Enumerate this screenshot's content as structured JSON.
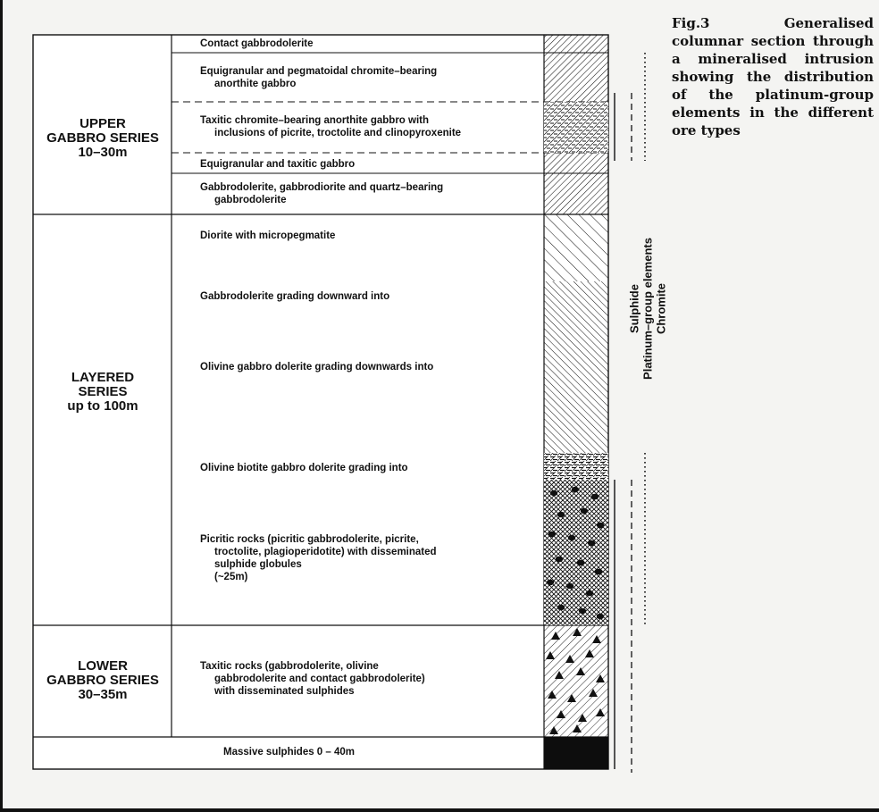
{
  "figure": {
    "caption": "Fig.3 Generalised columnar section through a mineralised intrusion showing the distribution of the platinum-group elements in the different ore types"
  },
  "series": [
    {
      "name_lines": [
        "UPPER",
        "GABBRO SERIES"
      ],
      "thickness": "10–30m"
    },
    {
      "name_lines": [
        "LAYERED",
        "SERIES"
      ],
      "thickness": "up to 100m"
    },
    {
      "name_lines": [
        "LOWER",
        "GABBRO SERIES"
      ],
      "thickness": "30–35m"
    }
  ],
  "rock_units": [
    {
      "lines": [
        "Contact gabbrodolerite"
      ],
      "pattern": "dense-diagonal"
    },
    {
      "lines": [
        "Equigranular and pegmatoidal chromite–bearing",
        "anorthite gabbro"
      ],
      "pattern": "dense-diagonal"
    },
    {
      "lines": [
        "Taxitic chromite–bearing anorthite gabbro with",
        "inclusions of picrite, troctolite and clinopyroxenite"
      ],
      "pattern": "dashed-diagonal"
    },
    {
      "lines": [
        "Equigranular and taxitic gabbro"
      ],
      "pattern": "dense-diagonal"
    },
    {
      "lines": [
        "Gabbrodolerite, gabbrodiorite and quartz–bearing",
        "gabbrodolerite"
      ],
      "pattern": "dense-diagonal"
    },
    {
      "lines": [
        "Diorite with micropegmatite"
      ],
      "pattern": "wide-diagonal"
    },
    {
      "lines": [
        "Gabbrodolerite grading downward into"
      ],
      "pattern": "medium-diagonal"
    },
    {
      "lines": [
        "Olivine gabbro dolerite grading downwards into"
      ],
      "pattern": "medium-diagonal"
    },
    {
      "lines": [
        "Olivine biotite gabbro dolerite grading into"
      ],
      "pattern": "dashed-cross"
    },
    {
      "lines": [
        "Picritic rocks (picritic gabbrodolerite, picrite,",
        "troctolite, plagioperidotite) with disseminated",
        "sulphide globules",
        "(~25m)"
      ],
      "pattern": "crosshatch-dots"
    },
    {
      "lines": [
        "Taxitic rocks (gabbrodolerite, olivine",
        "gabbrodolerite and contact gabbrodolerite)",
        "with disseminated sulphides"
      ],
      "pattern": "triangles"
    }
  ],
  "massive_unit": {
    "label": "Massive sulphides 0 – 40m",
    "pattern": "solid-black"
  },
  "ore_legend": {
    "labels": [
      "Sulphide",
      "Platinum–group elements",
      "Chromite"
    ],
    "line_styles": [
      "solid",
      "dashed",
      "dotted"
    ]
  }
}
